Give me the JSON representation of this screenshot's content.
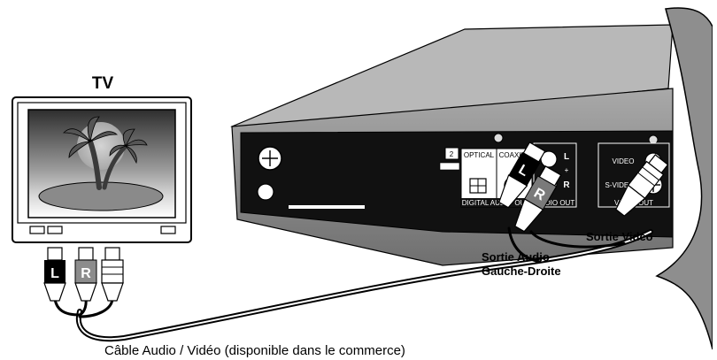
{
  "tv": {
    "label": "TV"
  },
  "tv_plugs": {
    "left": "L",
    "right": "R"
  },
  "player_panel": {
    "optical": "OPTICAL",
    "coaxial": "COAXIAL",
    "digital_audio_out": "DIGITAL AUDIO OUT",
    "audio_l": "L",
    "audio_r": "R",
    "audio_out": "AUDIO OUT",
    "video": "VIDEO",
    "s_video": "S-VIDEO",
    "video_out": "VIDEO OUT"
  },
  "player_plugs": {
    "left": "L",
    "right": "R"
  },
  "labels": {
    "video_out": "Sortie Vidéo",
    "audio_out_line1": "Sortie Audio",
    "audio_out_line2": "Gauche-Droite",
    "cable": "Câble Audio / Vidéo (disponible dans le commerce)"
  },
  "colors": {
    "ink": "#000000",
    "paper": "#ffffff",
    "player_body": "#7a7a7a",
    "player_top": "#b5b5b5",
    "panel_dark": "#111111",
    "cut_band": "#8e8e8e",
    "tv_screen_gradient_top": "#3a3a3a",
    "tv_screen_gradient_bottom": "#ffffff",
    "sun": "#bdbdbd",
    "island": "#8a8a8a"
  }
}
